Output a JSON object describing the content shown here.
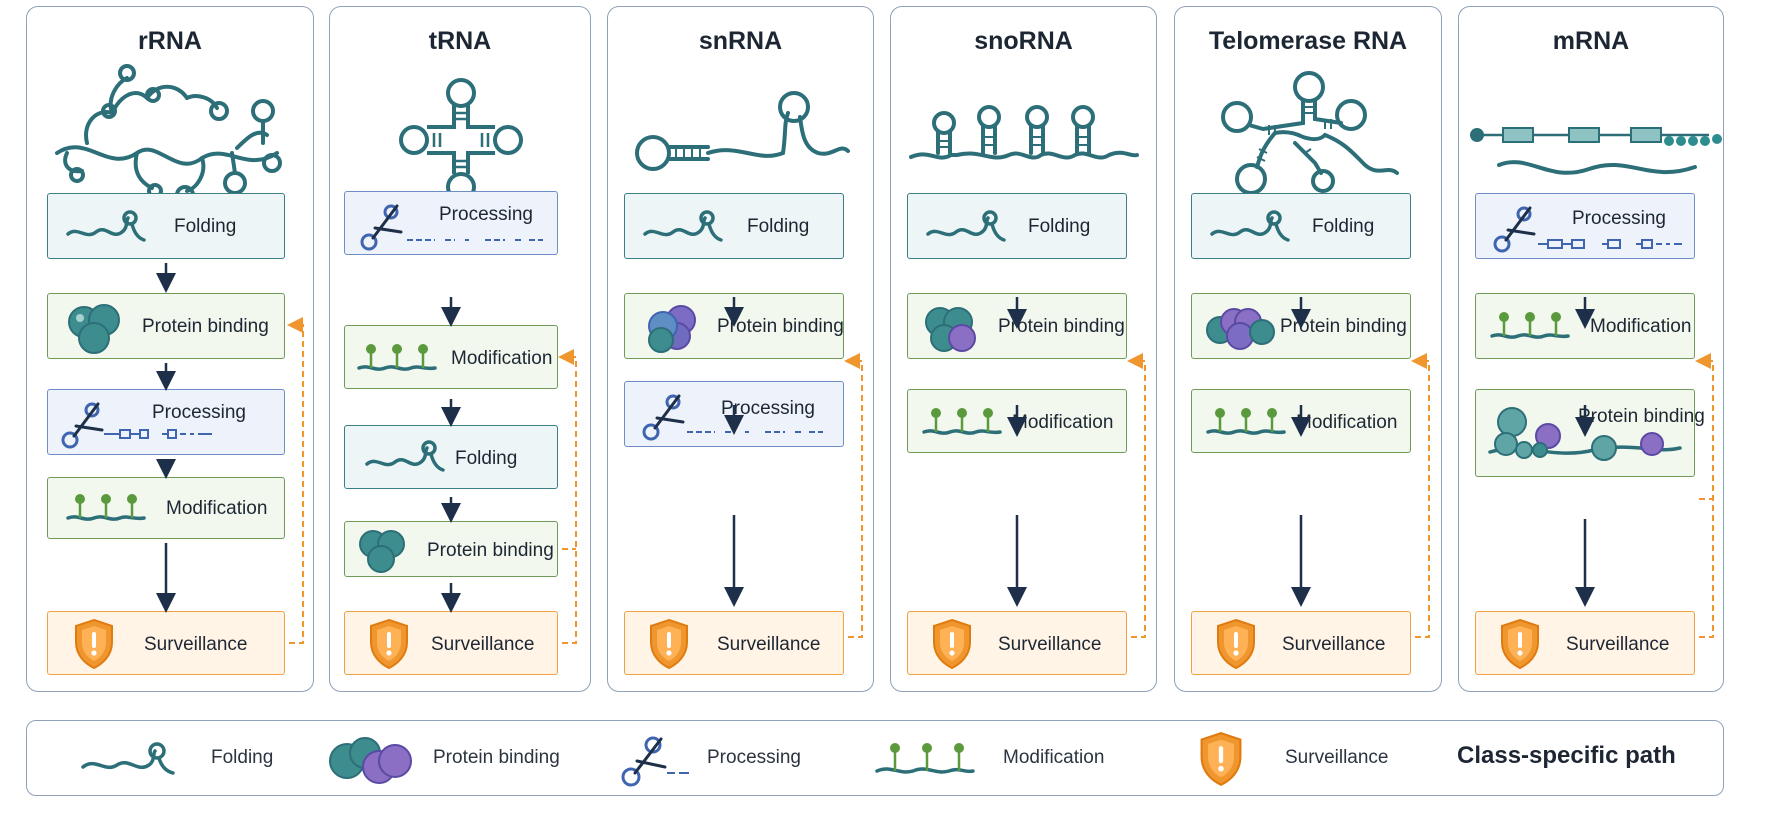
{
  "columns": [
    {
      "title": "rRNA",
      "structure": "rrna-structure",
      "steps": [
        "Folding",
        "Protein binding",
        "Processing",
        "Modification",
        "Surveillance"
      ]
    },
    {
      "title": "tRNA",
      "structure": "trna-cloverleaf",
      "steps": [
        "Processing",
        "Modification",
        "Folding",
        "Protein binding",
        "Surveillance"
      ]
    },
    {
      "title": "snRNA",
      "structure": "snrna-structure",
      "steps": [
        "Folding",
        "Protein binding",
        "Processing",
        "Surveillance"
      ]
    },
    {
      "title": "snoRNA",
      "structure": "snorna-structure",
      "steps": [
        "Folding",
        "Protein binding",
        "Modification",
        "Surveillance"
      ]
    },
    {
      "title": "Telomerase RNA",
      "structure": "telomerase-rna-structure",
      "steps": [
        "Folding",
        "Protein binding",
        "Modification",
        "Surveillance"
      ]
    },
    {
      "title": "mRNA",
      "structure": "mrna-structure",
      "steps": [
        "Processing",
        "Modification",
        "Protein binding",
        "Surveillance"
      ]
    }
  ],
  "legend": {
    "items": [
      {
        "icon": "folding-icon",
        "label": "Folding"
      },
      {
        "icon": "protein-binding-icon",
        "label": "Protein binding"
      },
      {
        "icon": "scissors-icon",
        "label": "Processing"
      },
      {
        "icon": "modification-icon",
        "label": "Modification"
      },
      {
        "icon": "shield-icon",
        "label": "Surveillance"
      }
    ],
    "path_label": "Class-specific path"
  },
  "colors": {
    "teal": "#2d6f78",
    "navy": "#1e2f4a",
    "green": "#5a9a3c",
    "blue": "#3f64b0",
    "purple": "#8a6fc4",
    "orange": "#f0962e",
    "border": "#8fa2b8"
  }
}
